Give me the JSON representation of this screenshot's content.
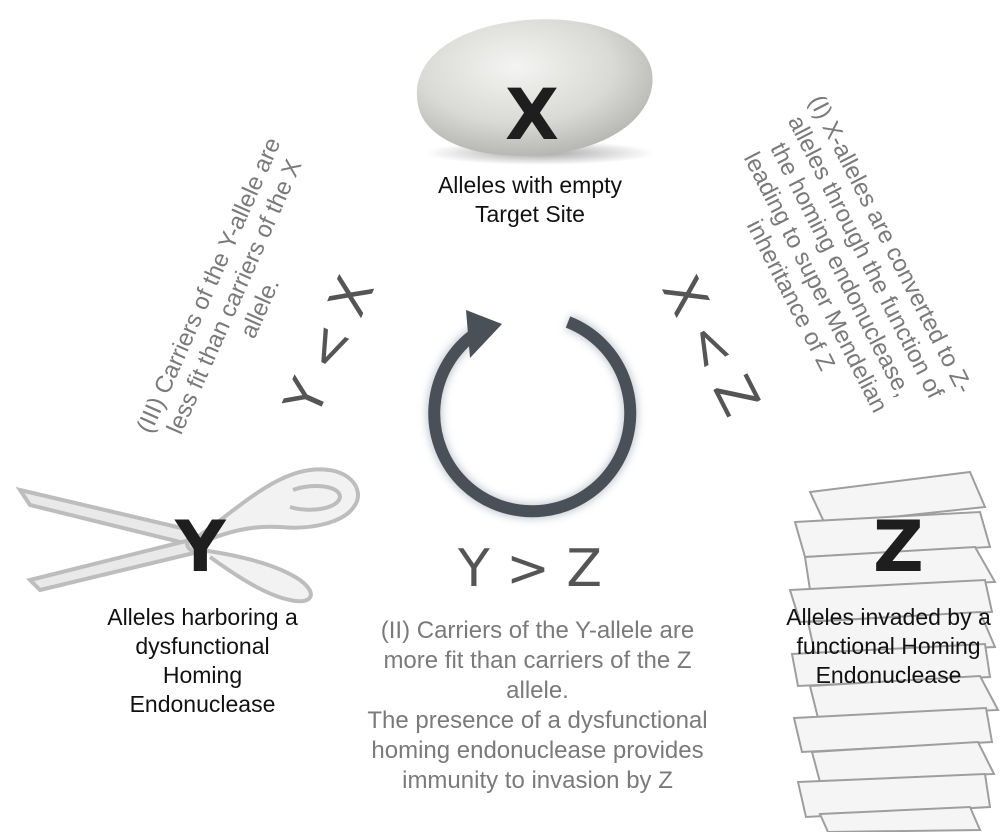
{
  "nodes": {
    "x": {
      "letter": "X",
      "caption": [
        "Alleles with empty",
        "Target Site"
      ],
      "icon": "stone-icon"
    },
    "y": {
      "letter": "Y",
      "caption": [
        "Alleles harboring a",
        "dysfunctional",
        "Homing",
        "Endonuclease"
      ],
      "icon": "scissors-icon"
    },
    "z": {
      "letter": "Z",
      "caption": [
        "Alleles invaded by a",
        "functional Homing",
        "Endonuclease"
      ],
      "icon": "paper-stack-icon"
    }
  },
  "relations": {
    "left": {
      "symbol": "Y < X",
      "text": [
        "(III) Carriers of the Y-allele are",
        "less fit than carriers of the X",
        "allele."
      ]
    },
    "right": {
      "symbol": "X < Z",
      "text": [
        "(I) X-alleles are converted to Z-",
        "alleles through the function of",
        "the homing endonuclease,",
        "leading to super Mendelian",
        "inheritance of Z"
      ]
    },
    "bottom": {
      "symbol": "Y > Z",
      "text": [
        "(II) Carriers of the Y-allele are",
        "more fit than carriers of the Z",
        "allele.",
        "The presence of a dysfunctional",
        "homing endonuclease provides",
        "immunity to invasion by Z"
      ]
    }
  },
  "cycle": {
    "icon": "cycle-arrow-icon",
    "color": "#4a5058"
  }
}
